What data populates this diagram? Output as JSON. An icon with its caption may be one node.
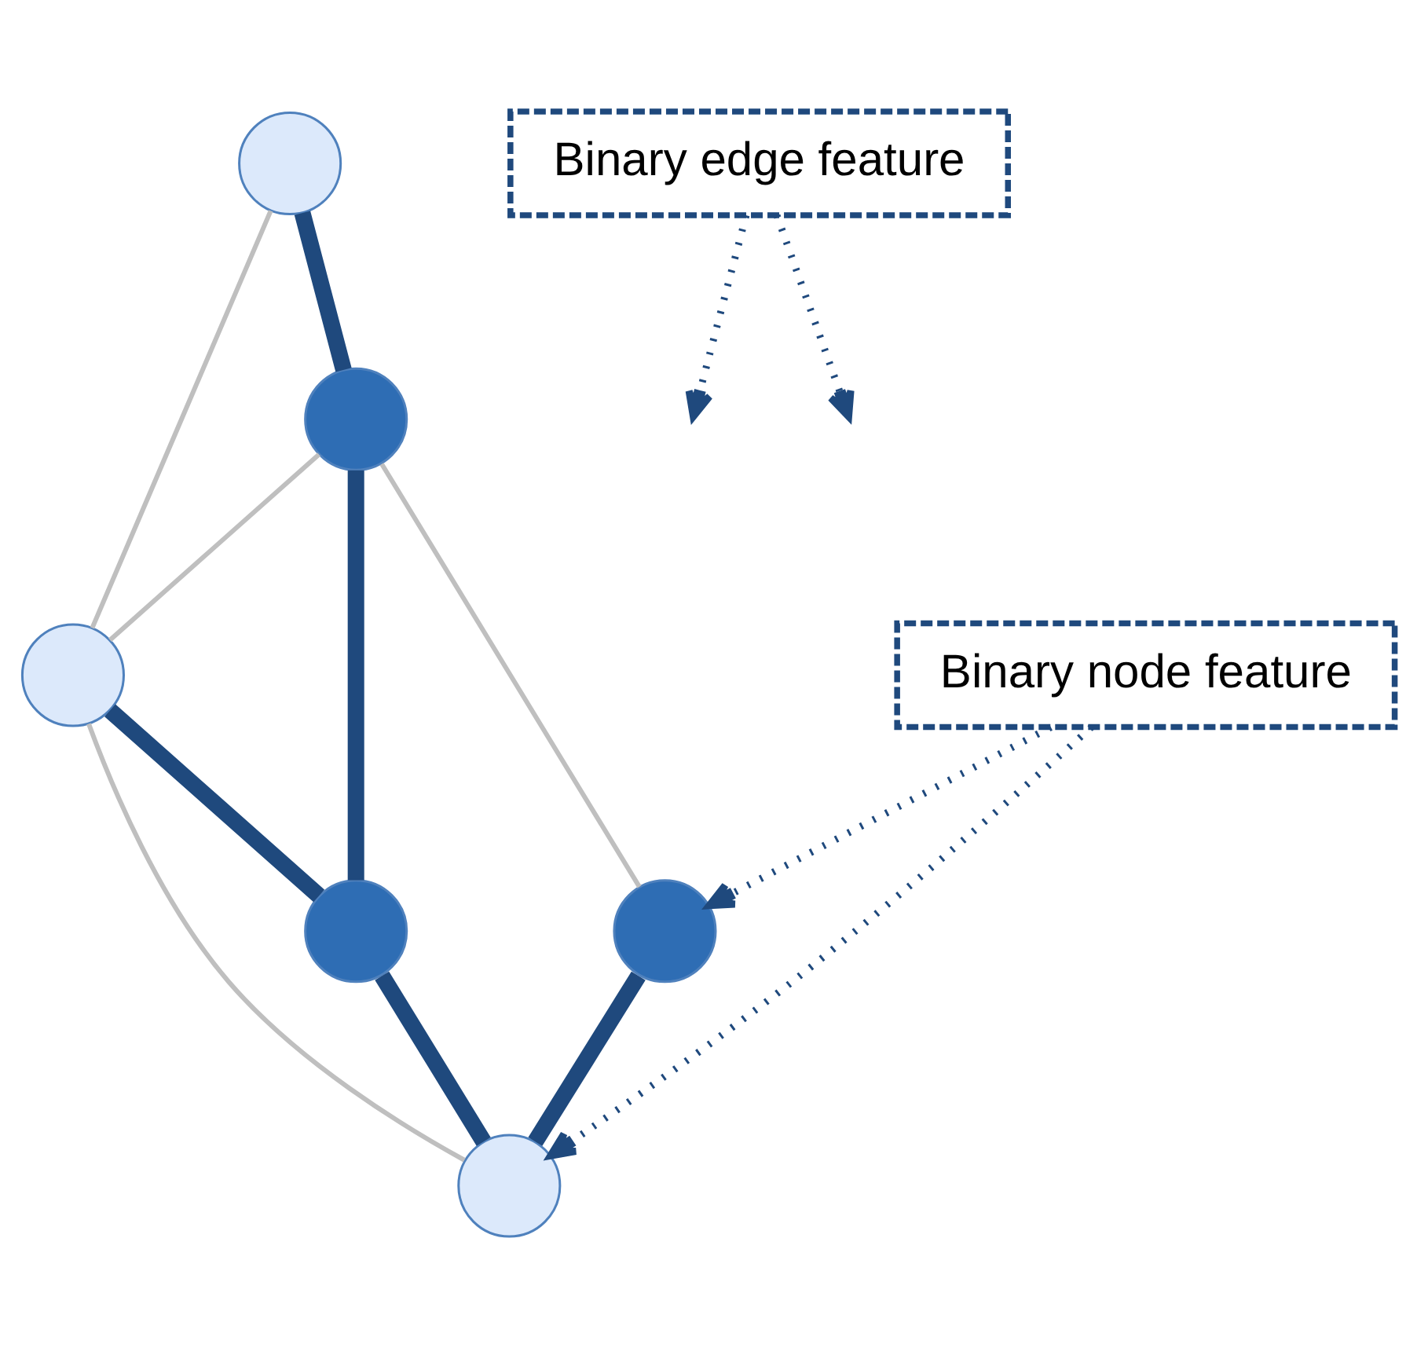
{
  "diagram": {
    "nodes": [
      {
        "text": [],
        "shape": "circle"
      },
      {
        "text": [],
        "shape": "circle"
      },
      {
        "text": [],
        "shape": "circle"
      },
      {
        "text": [],
        "shape": "circle"
      },
      {
        "text": [],
        "shape": "circle"
      },
      {
        "text": [],
        "shape": "circle"
      },
      {
        "text": [
          "Binary edge feature"
        ]
      },
      {
        "text": [
          "Binary node feature"
        ]
      }
    ],
    "edges": [
      {
        "from": 0,
        "to": 1,
        "arrow": "none",
        "style": "thick"
      },
      {
        "from": 0,
        "to": 2,
        "arrow": "none",
        "color": "#bfbfbf"
      },
      {
        "from": 1,
        "to": 2,
        "arrow": "none",
        "color": "#bfbfbf"
      },
      {
        "from": 1,
        "to": 3,
        "arrow": "none",
        "style": "thick"
      },
      {
        "from": 2,
        "to": 3,
        "arrow": "none",
        "style": "thick"
      },
      {
        "from": 1,
        "to": 4,
        "arrow": "none",
        "color": "#bfbfbf"
      },
      {
        "from": 2,
        "to": 5,
        "arrow": "none",
        "color": "#bfbfbf"
      },
      {
        "from": 3,
        "to": 5,
        "arrow": "none",
        "style": "thick"
      },
      {
        "from": 4,
        "to": 5,
        "arrow": "none",
        "style": "thick"
      },
      {
        "from": 6,
        "to": null,
        "arrow": "to",
        "style": "dashed"
      },
      {
        "from": 6,
        "to": null,
        "arrow": "to",
        "style": "dashed"
      },
      {
        "from": 7,
        "to": 4,
        "arrow": "to",
        "style": "dashed"
      },
      {
        "from": 7,
        "to": 5,
        "arrow": "to",
        "style": "dashed"
      }
    ]
  }
}
